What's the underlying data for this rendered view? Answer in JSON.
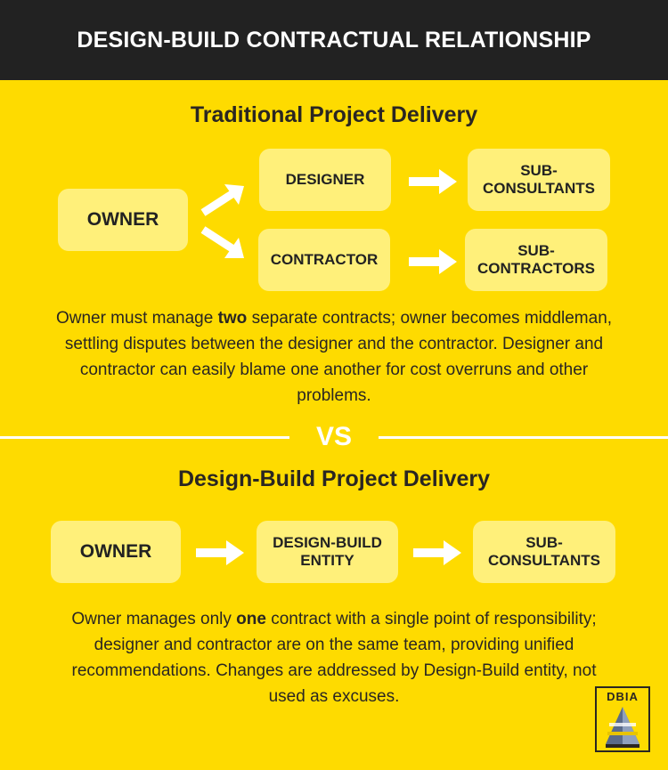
{
  "header": {
    "title": "DESIGN-BUILD CONTRACTUAL RELATIONSHIP"
  },
  "traditional": {
    "title": "Traditional Project Delivery",
    "owner": "OWNER",
    "designer": "DESIGNER",
    "contractor": "CONTRACTOR",
    "subconsultants_line1": "SUB-",
    "subconsultants_line2": "CONSULTANTS",
    "subcontractors_line1": "SUB-",
    "subcontractors_line2": "CONTRACTORS",
    "desc_before": "Owner must manage ",
    "desc_bold": "two",
    "desc_after": " separate contracts; owner becomes middleman, settling disputes between the designer and the contractor. Designer and contractor can easily blame one another for cost overruns and other problems."
  },
  "vs": "VS",
  "design_build": {
    "title": "Design-Build Project Delivery",
    "owner": "OWNER",
    "entity_line1": "DESIGN-BUILD",
    "entity_line2": "ENTITY",
    "subconsultants_line1": "SUB-",
    "subconsultants_line2": "CONSULTANTS",
    "desc_before": "Owner manages only ",
    "desc_bold": "one",
    "desc_after": " contract with a single point of responsibility; designer and contractor are on the same team, providing unified recommendations. Changes are addressed by Design-Build entity, not used as excuses."
  },
  "logo": {
    "text": "DBIA"
  },
  "colors": {
    "background": "#fedb00",
    "box": "#fff07a",
    "header": "#222222",
    "text": "#2a2622",
    "arrow": "#ffffff"
  }
}
